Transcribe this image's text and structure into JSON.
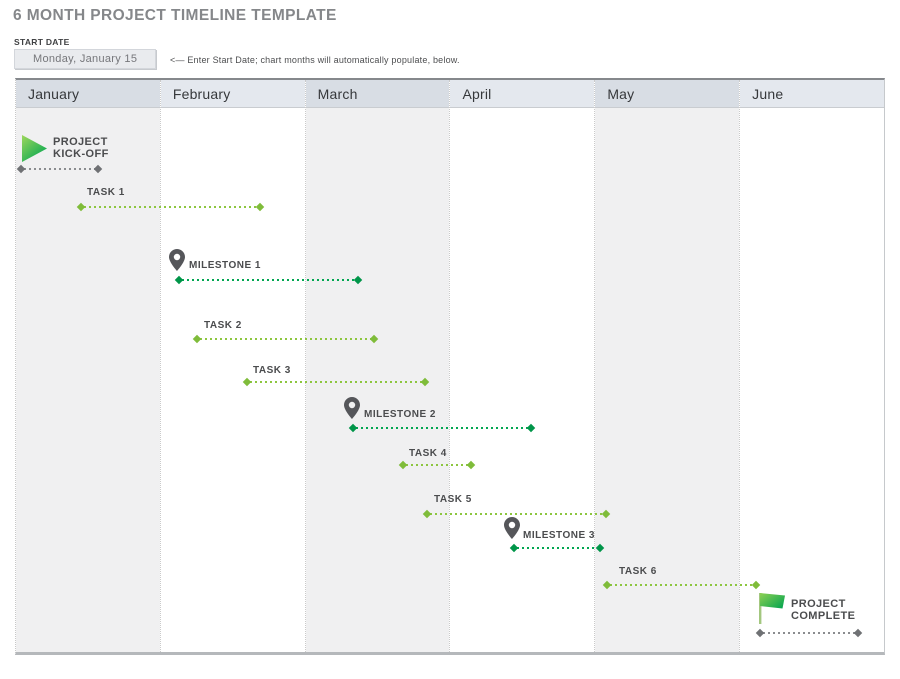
{
  "page": {
    "title": "6 MONTH PROJECT TIMELINE TEMPLATE"
  },
  "start_date": {
    "label": "START DATE",
    "value": "Monday, January 15",
    "hint": "<— Enter Start Date; chart months will automatically populate, below."
  },
  "months": [
    "January",
    "February",
    "March",
    "April",
    "May",
    "June"
  ],
  "timeline": {
    "items": [
      {
        "label": "PROJECT KICK-OFF",
        "lines": [
          "PROJECT",
          "KICK-OFF"
        ],
        "kind": "event",
        "icon": "play-triangle-icon"
      },
      {
        "label": "TASK 1",
        "kind": "task"
      },
      {
        "label": "MILESTONE 1",
        "kind": "milestone",
        "icon": "map-pin-icon"
      },
      {
        "label": "TASK 2",
        "kind": "task"
      },
      {
        "label": "TASK 3",
        "kind": "task"
      },
      {
        "label": "MILESTONE 2",
        "kind": "milestone",
        "icon": "map-pin-icon"
      },
      {
        "label": "TASK 4",
        "kind": "task"
      },
      {
        "label": "TASK 5",
        "kind": "task"
      },
      {
        "label": "MILESTONE 3",
        "kind": "milestone",
        "icon": "map-pin-icon"
      },
      {
        "label": "TASK 6",
        "kind": "task"
      },
      {
        "label": "PROJECT COMPLETE",
        "lines": [
          "PROJECT",
          "COMPLETE"
        ],
        "kind": "event",
        "icon": "flag-icon"
      }
    ]
  },
  "colors": {
    "title-text": "#85878a",
    "task-green": "#8dc63f",
    "milestone-green": "#00a651",
    "event-gray": "#8a8c8f",
    "header-dark": "#d8dde4",
    "header-light": "#e4e8ee",
    "col-gray": "#f0f0f1",
    "col-white": "#ffffff",
    "label-text": "#4b4c4e",
    "pin-gray": "#55565a",
    "chart-top-border": "#85888c",
    "chart-bottom-border": "#b5b8bb"
  },
  "chart_data": {
    "type": "bar",
    "subtype": "gantt-timeline",
    "title": "6 MONTH PROJECT TIMELINE TEMPLATE",
    "start_date": "Monday, January 15",
    "x_categories": [
      "January",
      "February",
      "March",
      "April",
      "May",
      "June"
    ],
    "x_unit": "month (0 = start of January)",
    "xlim": [
      0,
      6
    ],
    "grid": "alternating month columns",
    "legend": false,
    "items": [
      {
        "label": "PROJECT KICK-OFF",
        "type": "event",
        "start_month": 0.0,
        "end_month": 0.6
      },
      {
        "label": "TASK 1",
        "type": "task",
        "start_month": 0.45,
        "end_month": 1.7
      },
      {
        "label": "MILESTONE 1",
        "type": "milestone",
        "start_month": 1.1,
        "end_month": 2.4
      },
      {
        "label": "TASK 2",
        "type": "task",
        "start_month": 1.25,
        "end_month": 2.5
      },
      {
        "label": "TASK 3",
        "type": "task",
        "start_month": 1.6,
        "end_month": 2.85
      },
      {
        "label": "MILESTONE 2",
        "type": "milestone",
        "start_month": 2.3,
        "end_month": 3.55
      },
      {
        "label": "TASK 4",
        "type": "task",
        "start_month": 2.65,
        "end_month": 3.15
      },
      {
        "label": "TASK 5",
        "type": "task",
        "start_month": 2.8,
        "end_month": 4.1
      },
      {
        "label": "MILESTONE 3",
        "type": "milestone",
        "start_month": 3.4,
        "end_month": 4.05
      },
      {
        "label": "TASK 6",
        "type": "task",
        "start_month": 4.05,
        "end_month": 5.1
      },
      {
        "label": "PROJECT COMPLETE",
        "type": "event",
        "start_month": 5.1,
        "end_month": 5.8
      }
    ]
  }
}
